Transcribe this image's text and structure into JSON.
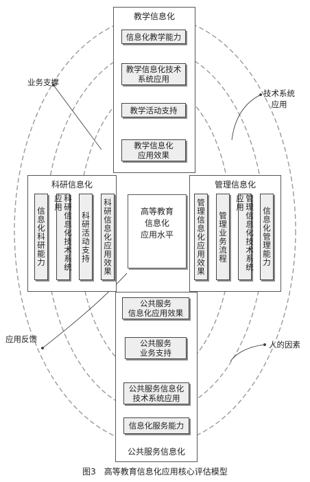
{
  "caption": "图3　高等教育信息化应用核心评估模型",
  "center": [
    "高等教育",
    "信息化",
    "应用水平"
  ],
  "top": {
    "title": "教学信息化",
    "items": [
      [
        "信息化教学能力"
      ],
      [
        "教学信息化技术",
        "系统应用"
      ],
      [
        "教学活动支持"
      ],
      [
        "教学信息化",
        "应用效果"
      ]
    ]
  },
  "left": {
    "title": "科研信息化",
    "items": [
      "信息化科研能力",
      "科研信息化技术系统应用",
      "科研活动支持",
      "科研信息化应用效果"
    ]
  },
  "right": {
    "title": "管理信息化",
    "items": [
      "管理信息化应用效果",
      "管理业务流程",
      "管理信息化技术系统应用",
      "信息化管理能力"
    ]
  },
  "bottom": {
    "title": "公共服务信息化",
    "items": [
      [
        "公共服务",
        "信息化应用效果"
      ],
      [
        "公共服务",
        "业务支持"
      ],
      [
        "公共服务信息化",
        "技术系统应用"
      ],
      [
        "信息化服务能力"
      ]
    ]
  },
  "labels": {
    "business": "业务支撑",
    "tech": [
      "技术系统",
      "应用"
    ],
    "feedback": "应用反馈",
    "human": "人的因素"
  }
}
